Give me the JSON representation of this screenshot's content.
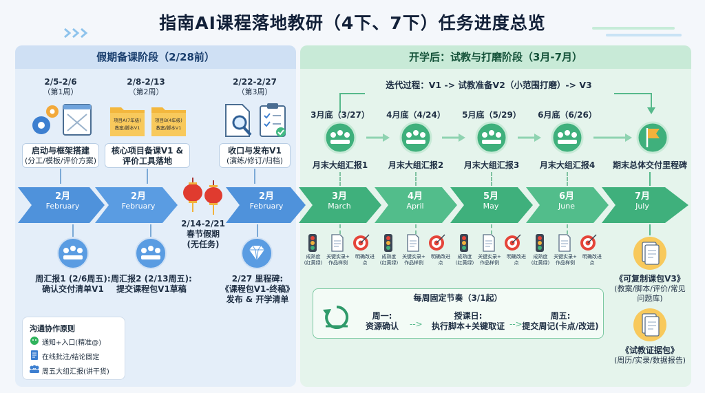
{
  "title": "指南AI课程落地教研（4下、7下）任务进度总览",
  "phase1": {
    "title": "假期备课阶段（2/28前）",
    "weeks": [
      {
        "date": "2/5-2/6",
        "week": "（第1周）",
        "task": "启动与框架搭建",
        "detail": "(分工/模板/评价方案)",
        "icon": "gears-icon"
      },
      {
        "date": "2/8-2/13",
        "week": "（第2周）",
        "task": "核心项目备课V1 &",
        "task2": "评价工具落地",
        "icon": "folders-icon",
        "folder_a": "项目A(7年级)",
        "folder_a2": "教案/脚本V1",
        "folder_b": "项目B(4年级)",
        "folder_b2": "教案/脚本V1"
      },
      {
        "date": "2/22-2/27",
        "week": "（第3周）",
        "task": "收口与发布V1",
        "detail": "(演练/修订/归档)",
        "icon": "checklist-icon"
      }
    ],
    "holiday": {
      "date": "2/14-2/21",
      "line1": "春节假期",
      "line2": "(无任务)"
    },
    "reports": [
      {
        "line1": "周汇报1 (2/6周五):",
        "line2": "确认交付清单V1"
      },
      {
        "line1": "周汇报2 (2/13周五):",
        "line2": "提交课程包V1草稿"
      },
      {
        "line1": "2/27 里程碑:",
        "line2": "《课程包V1-终稿》",
        "line3": "发布 & 开学清单"
      }
    ]
  },
  "phase2": {
    "title": "开学后：试教与打磨阶段（3月-7月）",
    "iteration": "迭代过程：V1 -> 试教准备V2（小范围打磨）-> V3",
    "months": [
      {
        "date": "3月底（3/27）",
        "report": "月末大组汇报1"
      },
      {
        "date": "4月底（4/24）",
        "report": "月末大组汇报2"
      },
      {
        "date": "5月底（5/29）",
        "report": "月末大组汇报3"
      },
      {
        "date": "6月底（6/26）",
        "report": "月末大组汇报4"
      }
    ],
    "final": "期末总体交付里程碑",
    "tags": {
      "t1": "成熟度",
      "t1b": "(红黄绿)",
      "t2": "关键实录+",
      "t2b": "作品样例",
      "t3": "明确改进",
      "t3b": "点"
    },
    "deliverables": [
      {
        "line1": "《可复制课包V3》",
        "line2": "(教案/脚本/评价/常见",
        "line3": "问题库)"
      },
      {
        "line1": "《试教证据包》",
        "line2": "(周历/实录/数据报告)"
      }
    ],
    "rhythm": {
      "title": "每周固定节奏（3/1起）",
      "step1a": "周一:",
      "step1b": "资源确认",
      "step2a": "授课日:",
      "step2b": "执行脚本+关键取证",
      "step3a": "周五:",
      "step3b": "提交周记(卡点/改进)"
    }
  },
  "timeline": [
    {
      "cn": "2月",
      "en": "February"
    },
    {
      "cn": "2月",
      "en": "February"
    },
    {
      "cn": "2月",
      "en": "February"
    },
    {
      "cn": "3月",
      "en": "March"
    },
    {
      "cn": "4月",
      "en": "April"
    },
    {
      "cn": "5月",
      "en": "May"
    },
    {
      "cn": "6月",
      "en": "June"
    },
    {
      "cn": "7月",
      "en": "July"
    }
  ],
  "legend": {
    "title": "沟通协作原则",
    "i1": "通知+入口(精准@)",
    "i2": "在线批注/结论固定",
    "i3": "周五大组汇报(讲干货)"
  },
  "colors": {
    "blue": "#4f92db",
    "green": "#43b983",
    "accent": "#2f7fd0"
  }
}
